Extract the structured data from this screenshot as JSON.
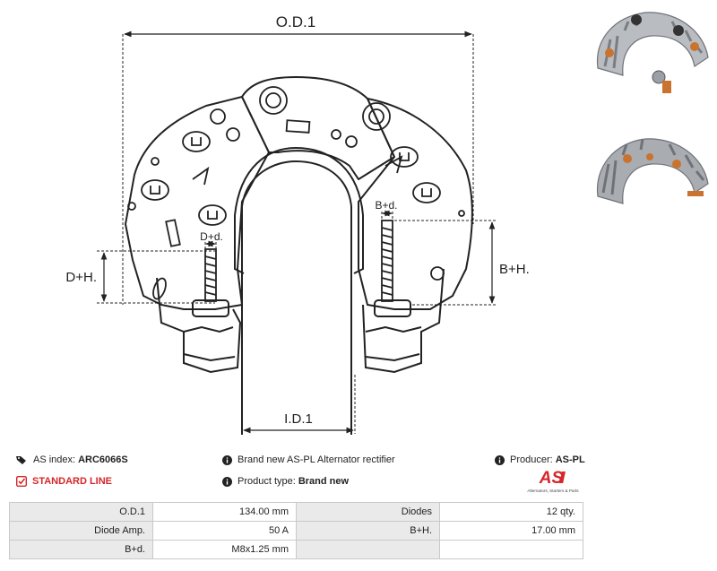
{
  "drawing": {
    "labels": {
      "od1": "O.D.1",
      "id1": "I.D.1",
      "dh": "D+H.",
      "bh": "B+H.",
      "dd": "D+d.",
      "bd": "B+d."
    }
  },
  "info": {
    "index_label": "AS index:",
    "index_value": "ARC6066S",
    "description": "Brand new AS-PL Alternator rectifier",
    "producer_label": "Producer:",
    "producer_value": "AS-PL",
    "line": "STANDARD LINE",
    "type_label": "Product type:",
    "type_value": "Brand new"
  },
  "brand": {
    "logo_text": "AS",
    "tagline": "Alternators, Starters & Parts",
    "color": "#d6262a"
  },
  "specs": [
    [
      {
        "k": "O.D.1",
        "v": "134.00 mm"
      },
      {
        "k": "Diodes",
        "v": "12 qty."
      }
    ],
    [
      {
        "k": "Diode Amp.",
        "v": "50 A"
      },
      {
        "k": "B+H.",
        "v": "17.00 mm"
      }
    ],
    [
      {
        "k": "B+d.",
        "v": "M8x1.25 mm"
      },
      {
        "k": "",
        "v": ""
      }
    ]
  ],
  "colors": {
    "accent": "#d6262a",
    "table_key_bg": "#eaeaea",
    "table_border": "#c9c9c9"
  },
  "icons": {
    "index": "tags-icon",
    "desc": "info-circle-icon",
    "producer": "info-circle-icon",
    "line": "check-square-icon",
    "type": "info-circle-icon"
  }
}
